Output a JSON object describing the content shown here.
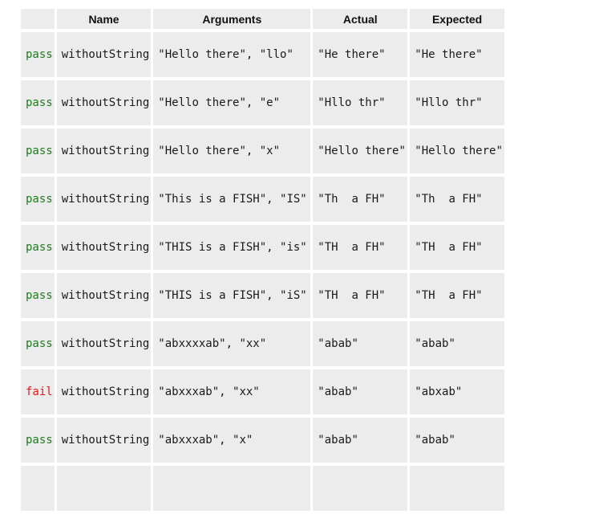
{
  "table": {
    "headers": {
      "status": "",
      "name": "Name",
      "arguments": "Arguments",
      "actual": "Actual",
      "expected": "Expected"
    },
    "status_colors": {
      "pass": "#1d7c1d",
      "fail": "#e51717"
    },
    "rows": [
      {
        "status": "pass",
        "name": "withoutString",
        "arguments": "\"Hello there\", \"llo\"",
        "actual": "\"He there\"",
        "expected": "\"He there\""
      },
      {
        "status": "pass",
        "name": "withoutString",
        "arguments": "\"Hello there\", \"e\"",
        "actual": "\"Hllo thr\"",
        "expected": "\"Hllo thr\""
      },
      {
        "status": "pass",
        "name": "withoutString",
        "arguments": "\"Hello there\", \"x\"",
        "actual": "\"Hello there\"",
        "expected": "\"Hello there\""
      },
      {
        "status": "pass",
        "name": "withoutString",
        "arguments": "\"This is a FISH\", \"IS\"",
        "actual": "\"Th  a FH\"",
        "expected": "\"Th  a FH\""
      },
      {
        "status": "pass",
        "name": "withoutString",
        "arguments": "\"THIS is a FISH\", \"is\"",
        "actual": "\"TH  a FH\"",
        "expected": "\"TH  a FH\""
      },
      {
        "status": "pass",
        "name": "withoutString",
        "arguments": "\"THIS is a FISH\", \"iS\"",
        "actual": "\"TH  a FH\"",
        "expected": "\"TH  a FH\""
      },
      {
        "status": "pass",
        "name": "withoutString",
        "arguments": "\"abxxxxab\", \"xx\"",
        "actual": "\"abab\"",
        "expected": "\"abab\""
      },
      {
        "status": "fail",
        "name": "withoutString",
        "arguments": "\"abxxxab\", \"xx\"",
        "actual": "\"abab\"",
        "expected": "\"abxab\""
      },
      {
        "status": "pass",
        "name": "withoutString",
        "arguments": "\"abxxxab\", \"x\"",
        "actual": "\"abab\"",
        "expected": "\"abab\""
      }
    ]
  }
}
